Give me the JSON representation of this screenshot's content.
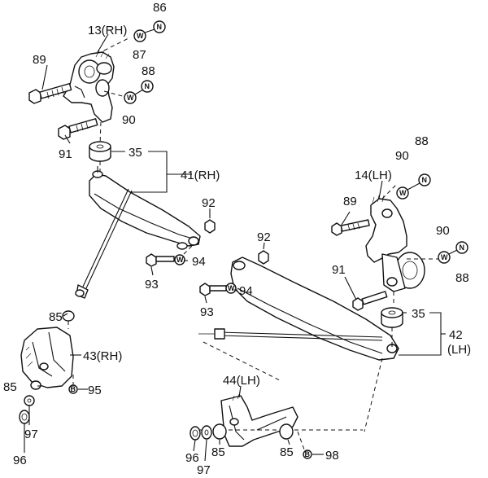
{
  "labels": {
    "p13": "13(RH)",
    "p14": "14(LH)",
    "p35a": "35",
    "p35b": "35",
    "p41": "41(RH)",
    "p42": "42",
    "p42side": "(LH)",
    "p43": "43(RH)",
    "p44": "44(LH)",
    "p85a": "85",
    "p85b": "85",
    "p85c": "85",
    "p85d": "85",
    "p86": "86",
    "p87": "87",
    "p88a": "88",
    "p88b": "88",
    "p88c": "88",
    "p89a": "89",
    "p89b": "89",
    "p90a": "90",
    "p90b": "90",
    "p90c": "90",
    "p91a": "91",
    "p91b": "91",
    "p92a": "92",
    "p92b": "92",
    "p93a": "93",
    "p93b": "93",
    "p94a": "94",
    "p94b": "94",
    "p95": "95",
    "p96a": "96",
    "p96b": "96",
    "p97a": "97",
    "p97b": "97",
    "p98": "98"
  },
  "symbols": {
    "nut": "N",
    "washer": "W",
    "bolt": "B"
  },
  "icons": [
    "crossmember-rh",
    "crossmember-lh",
    "mount-bracket-rh",
    "mount-bracket-lh",
    "rubber-insulator",
    "bolt",
    "nut",
    "washer",
    "tie-rod"
  ]
}
